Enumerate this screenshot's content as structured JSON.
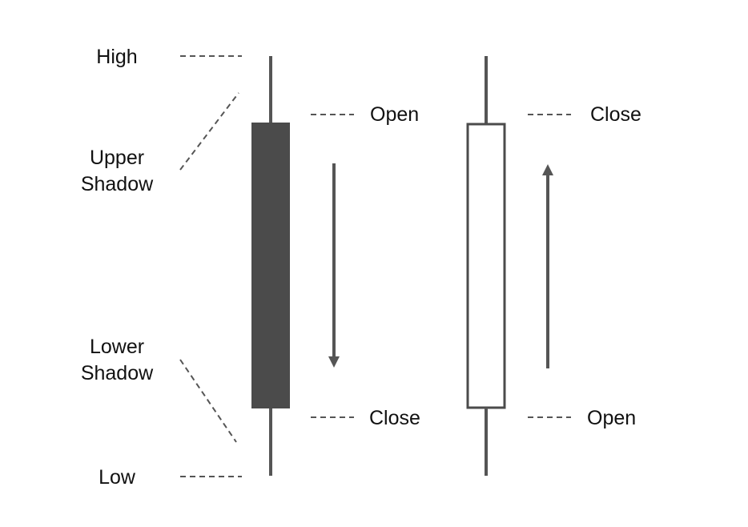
{
  "colors": {
    "line": "#555555",
    "bearish_body": "#4b4b4b",
    "bullish_body": "#ffffff",
    "text": "#111111"
  },
  "labels": {
    "high": "High",
    "upper_shadow_line1": "Upper",
    "upper_shadow_line2": "Shadow",
    "lower_shadow_line1": "Lower",
    "lower_shadow_line2": "Shadow",
    "low": "Low"
  },
  "bearish_candle": {
    "top_label": "Open",
    "bottom_label": "Close",
    "arrow_direction": "down"
  },
  "bullish_candle": {
    "top_label": "Close",
    "bottom_label": "Open",
    "arrow_direction": "up"
  }
}
